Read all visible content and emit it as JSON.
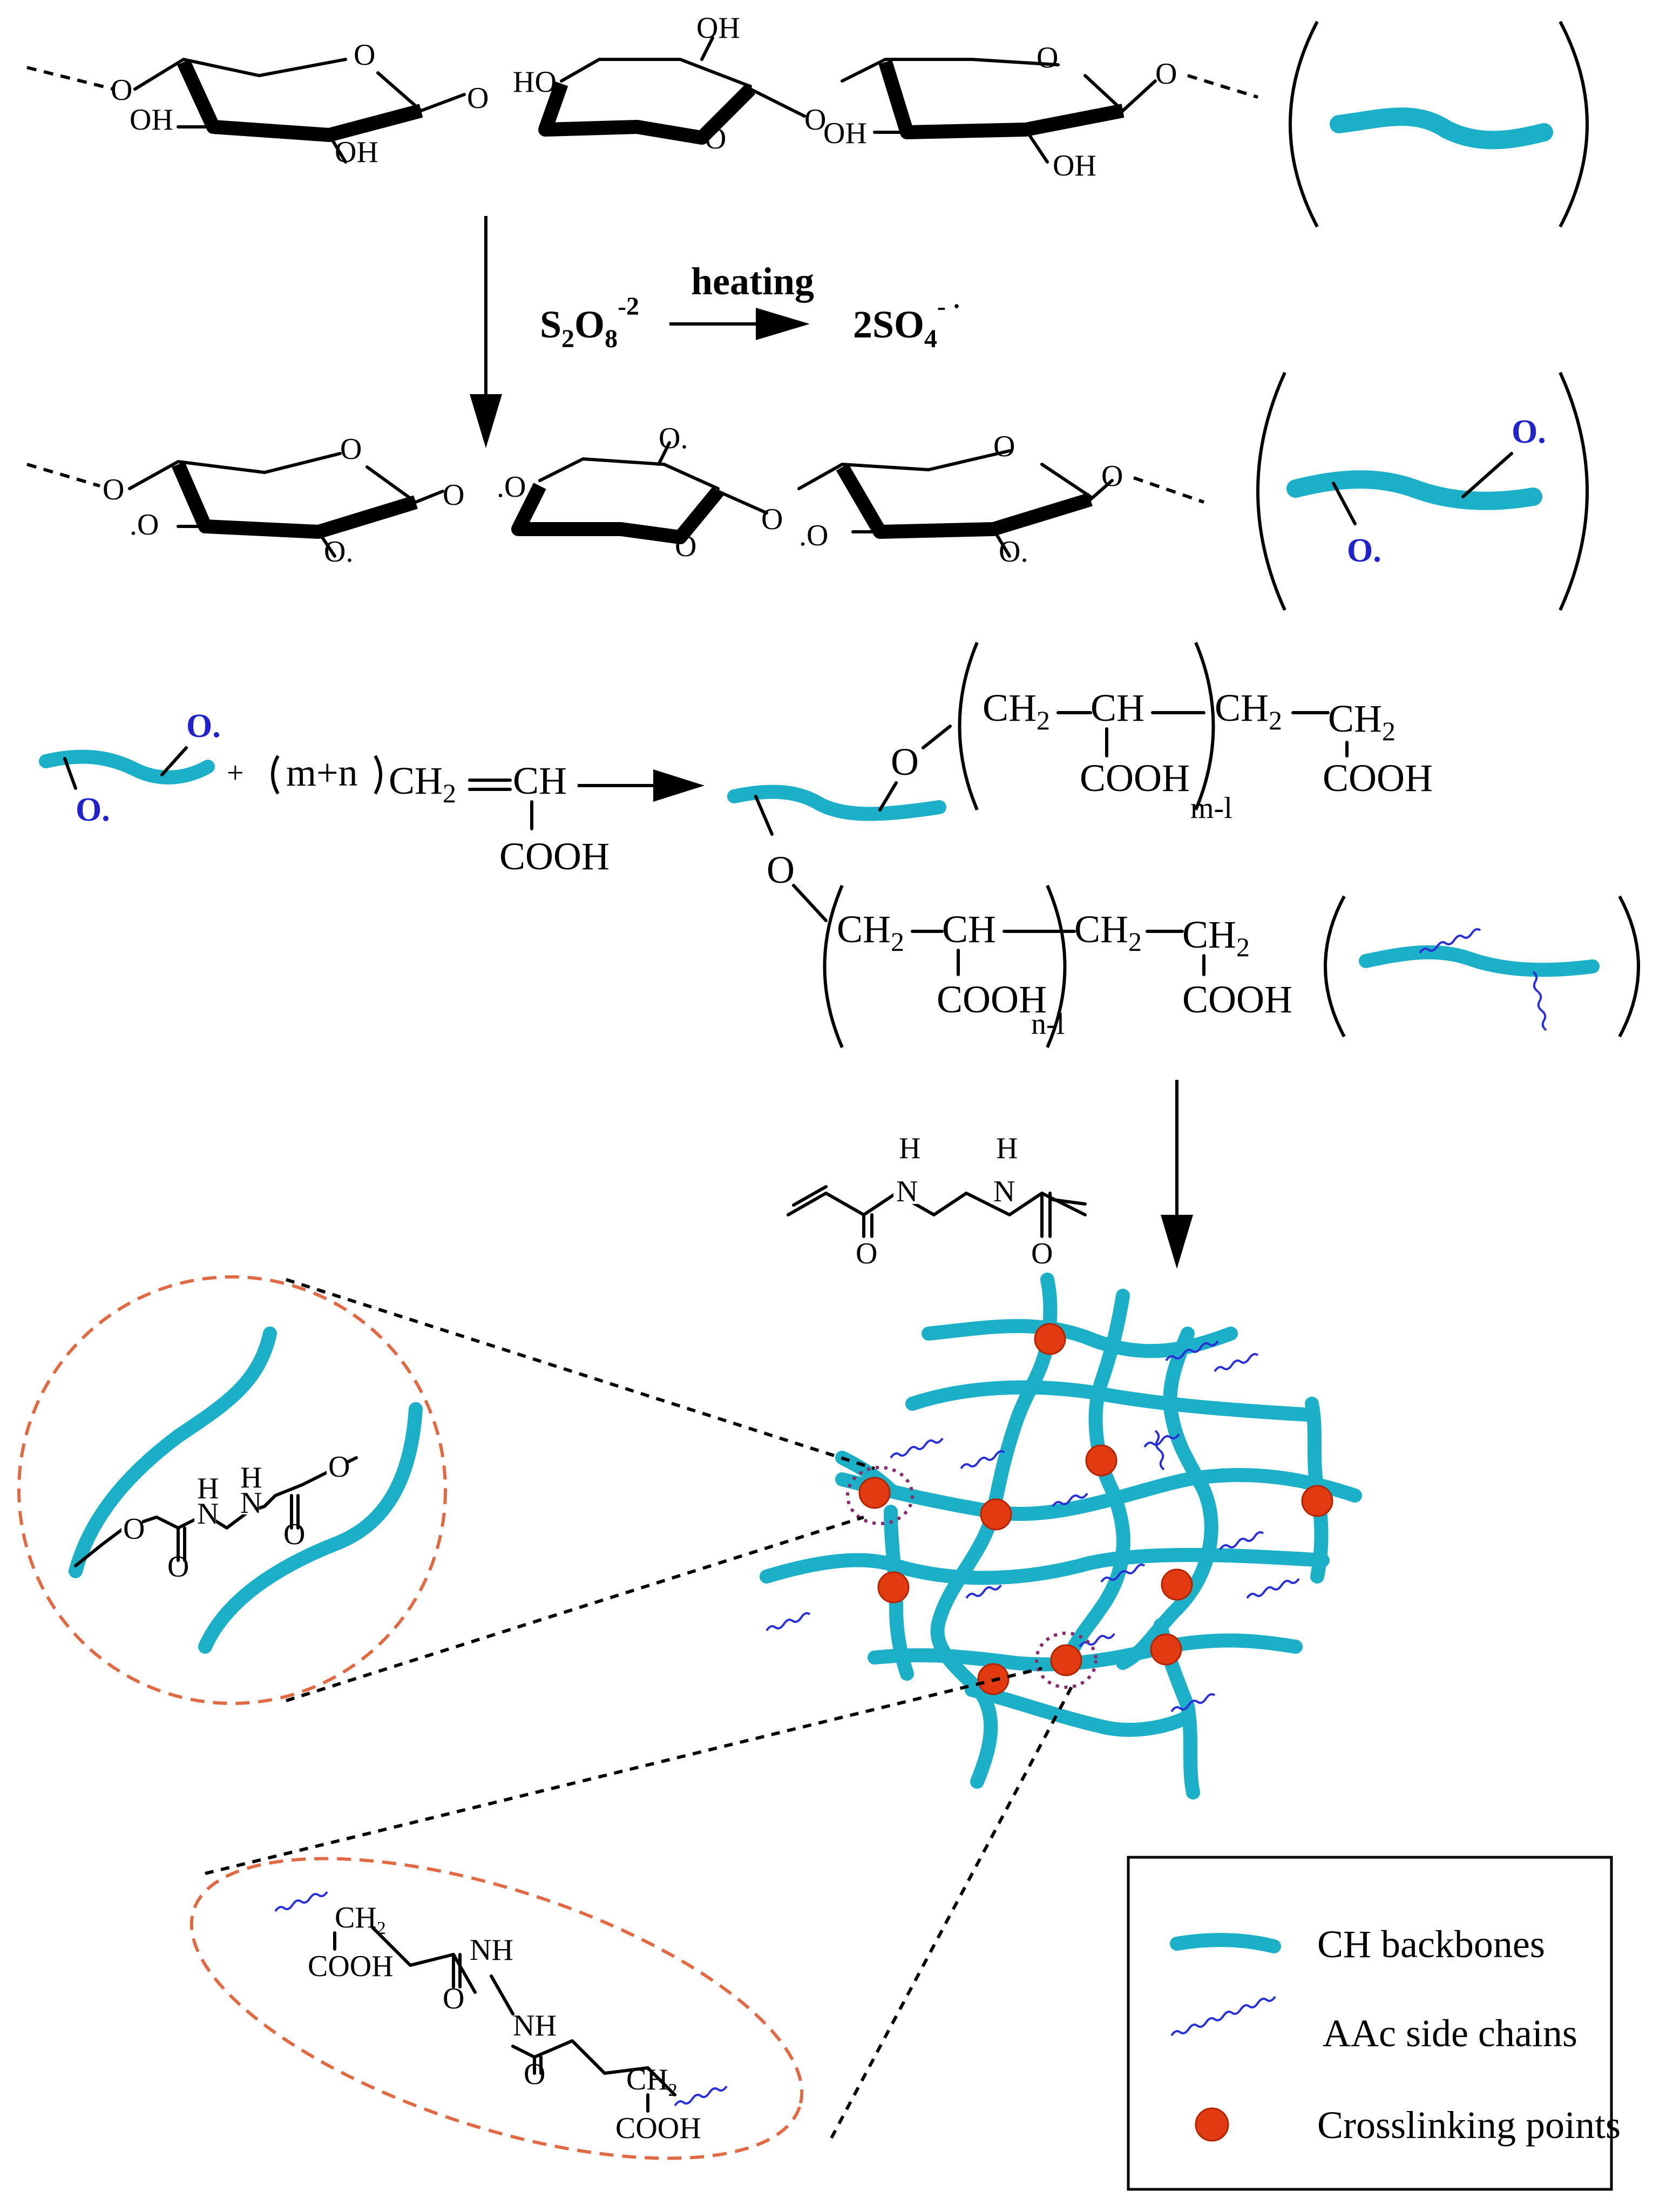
{
  "reaction": {
    "heating": "heating",
    "persulfate_main": "S",
    "persulfate_sub1": "2",
    "persulfate_O": "O",
    "persulfate_sub2": "8",
    "persulfate_charge": "-2",
    "sulfate_main": "2SO",
    "sulfate_sub": "4",
    "sulfate_charge": "- ·"
  },
  "chain1_atoms": {
    "o_left": "O",
    "o_ring1": "O",
    "oh1": "OH",
    "oh2": "OH",
    "o_link1": "O",
    "ho3": "HO",
    "oh4": "OH",
    "o_ring2": "O",
    "o_link2": "O",
    "o_ring3": "O",
    "oh5": "OH",
    "oh6": "OH",
    "o_right": "O"
  },
  "chain2_atoms": {
    "o_left": "O",
    "o_ring1": "O",
    "o_rad1": ".O",
    "o_rad2": "O.",
    "o_link1": "O",
    "o_rad3": ".O",
    "o_rad4": "O.",
    "o_ring2": "O",
    "o_link2": "O",
    "o_ring3": "O",
    "o_rad5": ".O",
    "o_rad6": "O.",
    "o_right": "O"
  },
  "radical_labels": {
    "top": "O.",
    "bottom": "O."
  },
  "grafting": {
    "plus": "+",
    "coefficient": "m+n",
    "monomer_ch2": "CH",
    "monomer_sub": "2",
    "monomer_ch": "CH",
    "monomer_cooh": "COOH",
    "o_link_top": "O",
    "o_link_bottom": "O",
    "top_ch2": "CH",
    "top_ch2_sub": "2",
    "top_ch": "CH",
    "top_cooh1": "COOH",
    "top_end_ch2": "CH",
    "top_end_ch2_sub": "2",
    "top_end_ch2b": "CH",
    "top_end_ch2b_sub": "2",
    "top_cooh2": "COOH",
    "top_repeat": "m-l",
    "bot_ch2": "CH",
    "bot_ch2_sub": "2",
    "bot_ch": "CH",
    "bot_cooh1": "COOH",
    "bot_end_ch2": "CH",
    "bot_end_ch2_sub": "2",
    "bot_end_ch2b": "CH",
    "bot_end_ch2b_sub": "2",
    "bot_cooh2": "COOH",
    "bot_repeat": "n-l"
  },
  "crosslinker": {
    "h1": "H",
    "n1": "N",
    "h2": "H",
    "n2": "N",
    "o1": "O",
    "o2": "O"
  },
  "callout_circle": {
    "h": "H",
    "n1": "N",
    "n2": "N",
    "h2": "H",
    "o_top": "O",
    "o_bottom": "O",
    "o_link": "O",
    "o_link2": "O"
  },
  "callout_ellipse": {
    "ch2_top": "CH",
    "ch2_top_sub": "2",
    "cooh_top": "COOH",
    "nh1": "NH",
    "nh2": "NH",
    "o1": "O",
    "o2": "O",
    "ch2_bottom": "CH",
    "ch2_bottom_sub": "2",
    "cooh_bottom": "COOH"
  },
  "legend": {
    "backbone": "CH backbones",
    "side_chains": "AAc side chains",
    "crosslinks": "Crosslinking points"
  },
  "colors": {
    "backbone": "#1bafc8",
    "side_chain": "#2a2fd8",
    "crosslink": "#e23b12",
    "callout": "#e06a44"
  }
}
